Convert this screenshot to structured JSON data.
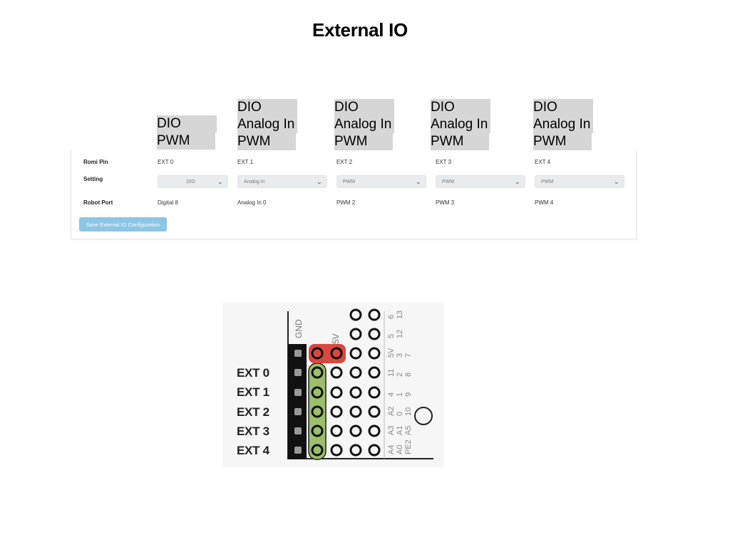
{
  "title": "External IO",
  "option_stacks": [
    {
      "items": [
        "DIO",
        "PWM"
      ]
    },
    {
      "items": [
        "DIO",
        "Analog In",
        "PWM"
      ]
    },
    {
      "items": [
        "DIO",
        "Analog In",
        "PWM"
      ]
    },
    {
      "items": [
        "DIO",
        "Analog In",
        "PWM"
      ]
    },
    {
      "items": [
        "DIO",
        "Analog In",
        "PWM"
      ]
    }
  ],
  "config": {
    "row_labels": {
      "romi_pin": "Romi Pin",
      "setting": "Setting",
      "robot_port": "Robot Port"
    },
    "columns": [
      {
        "pin": "EXT 0",
        "setting": "DIO",
        "port": "Digital 8"
      },
      {
        "pin": "EXT 1",
        "setting": "Analog In",
        "port": "Analog In 0"
      },
      {
        "pin": "EXT 2",
        "setting": "PWM",
        "port": "PWM 2"
      },
      {
        "pin": "EXT 3",
        "setting": "PWM",
        "port": "PWM 3"
      },
      {
        "pin": "EXT 4",
        "setting": "PWM",
        "port": "PWM 4"
      }
    ],
    "save_label": "Save External IO Configuration"
  },
  "board": {
    "ext_labels": [
      "EXT 0",
      "EXT 1",
      "EXT 2",
      "EXT 3",
      "EXT 4"
    ],
    "header_labels": {
      "gnd": "GND",
      "five_v": "5V"
    },
    "pin_labels": {
      "col_a": [
        "6",
        "5",
        "5V",
        "11",
        "4",
        "A2",
        "A3",
        "A4"
      ],
      "col_b": [
        "13",
        "12",
        "3",
        "2",
        "1",
        "0",
        "A1",
        "A0"
      ],
      "col_c": [
        "",
        "",
        "7",
        "8",
        "9",
        "10",
        "A5",
        "PE2"
      ]
    },
    "colors": {
      "power_highlight": "#d9473f",
      "ext_highlight": "#9bbf6a"
    }
  }
}
